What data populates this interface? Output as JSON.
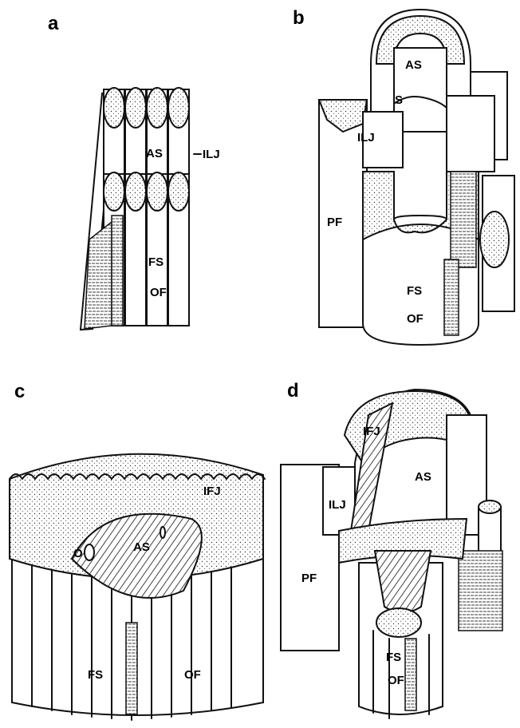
{
  "panels": [
    {
      "letter": "a",
      "labels": {
        "as": "AS",
        "ilj": "ILJ",
        "fs": "FS",
        "of": "OF"
      }
    },
    {
      "letter": "b",
      "labels": {
        "as": "AS",
        "s": "S",
        "ilj": "ILJ",
        "pf": "PF",
        "fs": "FS",
        "of": "OF"
      }
    },
    {
      "letter": "c",
      "labels": {
        "ifj": "IFJ",
        "o": "O",
        "as": "AS",
        "fs": "FS",
        "of": "OF"
      }
    },
    {
      "letter": "d",
      "labels": {
        "ifj": "IFJ",
        "as": "AS",
        "ilj": "ILJ",
        "pf": "PF",
        "fs": "FS",
        "of": "OF"
      }
    }
  ]
}
